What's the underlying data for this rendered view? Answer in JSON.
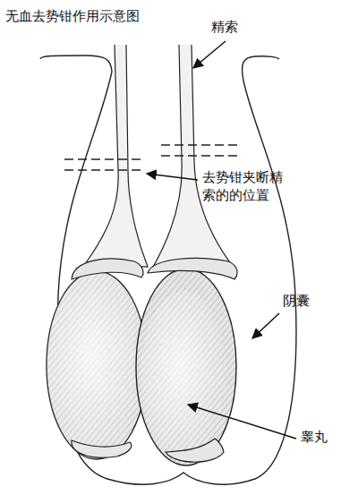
{
  "diagram": {
    "title": "无血去势钳作用示意图",
    "labels": [
      "精索",
      "去势钳夹断精索的的位置",
      "阴囊",
      "睾丸"
    ]
  }
}
